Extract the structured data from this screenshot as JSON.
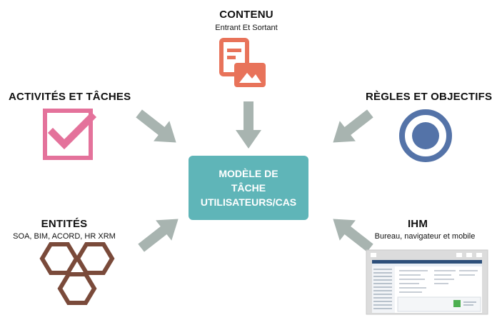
{
  "nodes": {
    "contenu": {
      "title": "CONTENU",
      "subtitle": "Entrant Et Sortant",
      "icon": "document-image-icon",
      "color": "#e8735a"
    },
    "activites": {
      "title": "ACTIVITÉS ET TÂCHES",
      "icon": "checkbox-checkmark-icon",
      "color": "#e4729b"
    },
    "regles": {
      "title": "RÈGLES ET OBJECTIFS",
      "icon": "target-icon",
      "color": "#5473a8"
    },
    "entites": {
      "title": "ENTITÉS",
      "subtitle": "SOA, BIM, ACORD, HR XRM",
      "icon": "hexagons-icon",
      "color": "#7a4a3a"
    },
    "ihm": {
      "title": "IHM",
      "subtitle": "Bureau, navigateur et mobile",
      "icon": "app-window-screenshot-icon"
    }
  },
  "center": {
    "line1": "MODÈLE DE",
    "line2": "TÂCHE",
    "line3": "UTILISATEURS/CAS",
    "color": "#5fb5b8"
  },
  "arrow_color": "#a8b4b0"
}
